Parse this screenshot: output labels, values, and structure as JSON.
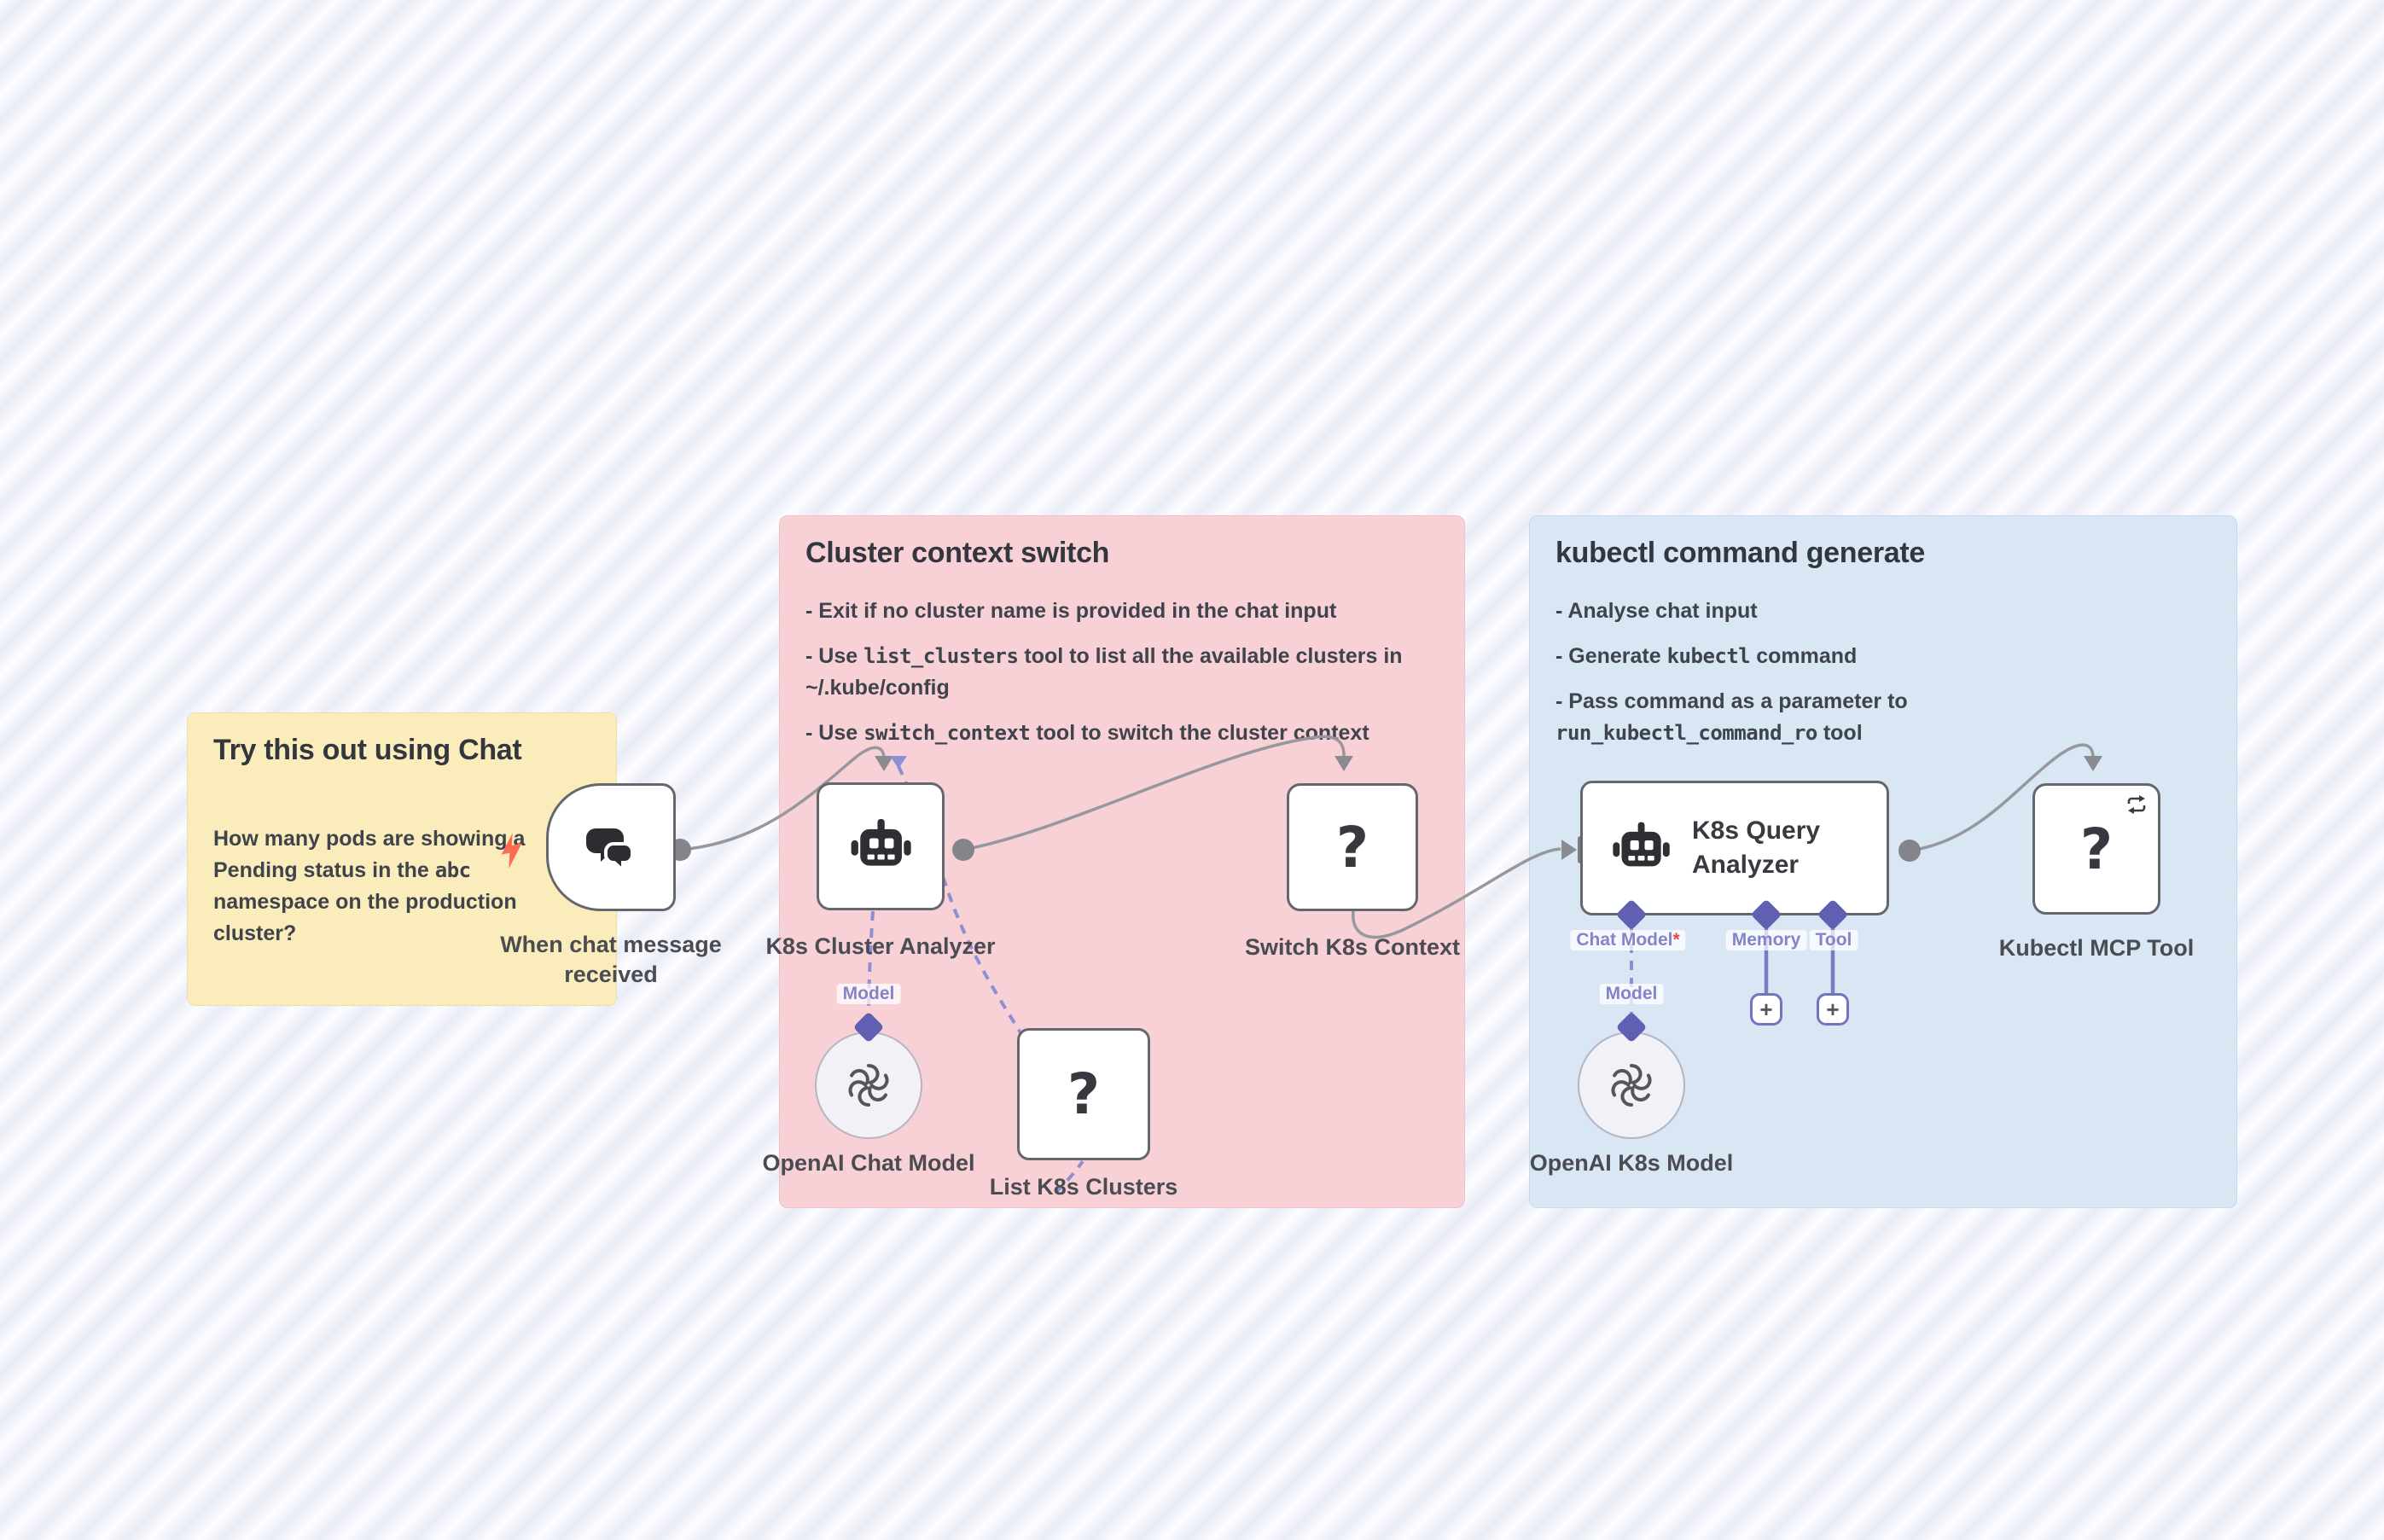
{
  "colors": {
    "canvas_stripe": "#e9ecf7",
    "sticky_yellow": "#fbedbb",
    "sticky_pink": "#f8d1d6",
    "sticky_blue": "#d9e6f3",
    "wire_gray": "#97979e",
    "wire_purple": "#8f8ed2",
    "port_purple": "#605fb2",
    "required_red": "#e04a3f",
    "bolt_red": "#ff6a55"
  },
  "sticky_note": {
    "title": "Try this out using Chat",
    "body_pre": "How many pods are showing a Pending status in the ",
    "body_mono": "abc",
    "body_post": " namespace on the production cluster?"
  },
  "pink_panel": {
    "title": "Cluster context switch",
    "bullets": [
      {
        "pre": "- Exit if no cluster name is provided in the chat input",
        "mono": "",
        "post": ""
      },
      {
        "pre": "- Use ",
        "mono": "list_clusters",
        "post": " tool to list all the available clusters in ~/.kube/config"
      },
      {
        "pre": "- Use ",
        "mono": "switch_context",
        "post": " tool to switch the cluster context"
      }
    ]
  },
  "blue_panel": {
    "title": "kubectl command generate",
    "bullets": [
      {
        "pre": "- Analyse chat input",
        "mono": "",
        "post": ""
      },
      {
        "pre": "- Generate ",
        "mono": "kubectl",
        "post": " command"
      },
      {
        "pre": "- Pass command as a parameter to ",
        "mono": "run_kubectl_command_ro",
        "post": " tool"
      }
    ]
  },
  "nodes": {
    "chat_trigger": {
      "label": "When chat message received"
    },
    "cluster_analyzer": {
      "label": "K8s Cluster Analyzer"
    },
    "switch_context": {
      "label": "Switch K8s Context",
      "glyph": "?"
    },
    "query_analyzer": {
      "title": "K8s Query Analyzer"
    },
    "kubectl_mcp": {
      "label": "Kubectl MCP Tool",
      "glyph": "?"
    },
    "openai_chat_model": {
      "label": "OpenAI Chat Model"
    },
    "list_clusters": {
      "label": "List K8s Clusters",
      "glyph": "?"
    },
    "openai_k8s_model": {
      "label": "OpenAI K8s Model"
    }
  },
  "ports": {
    "model_label": "Model",
    "chat_model_label": "Chat Model",
    "required_marker": "*",
    "memory_label": "Memory",
    "tool_label": "Tool",
    "add_button": "+"
  }
}
